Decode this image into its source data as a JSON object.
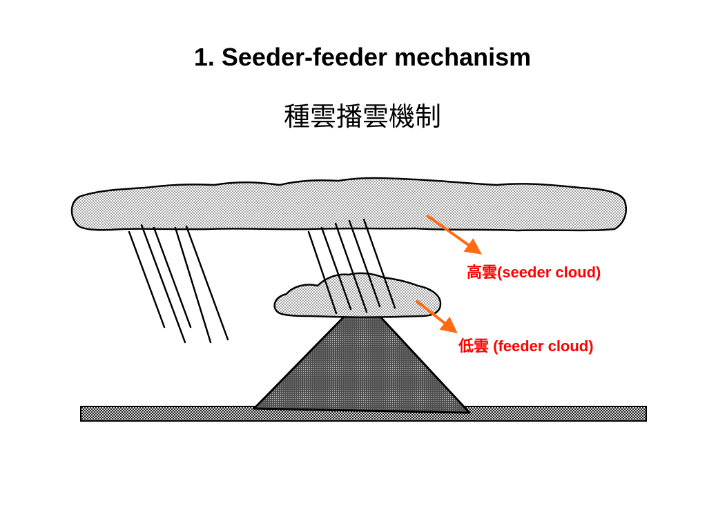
{
  "slide": {
    "title_en": "1. Seeder-feeder mechanism",
    "title_zh": "種雲播雲機制"
  },
  "labels": {
    "seeder_cloud": "高雲(seeder cloud)",
    "feeder_cloud": "低雲 (feeder cloud)"
  },
  "colors": {
    "label": "#ff0000",
    "arrow": "#ff6a13",
    "ink": "#000000"
  }
}
